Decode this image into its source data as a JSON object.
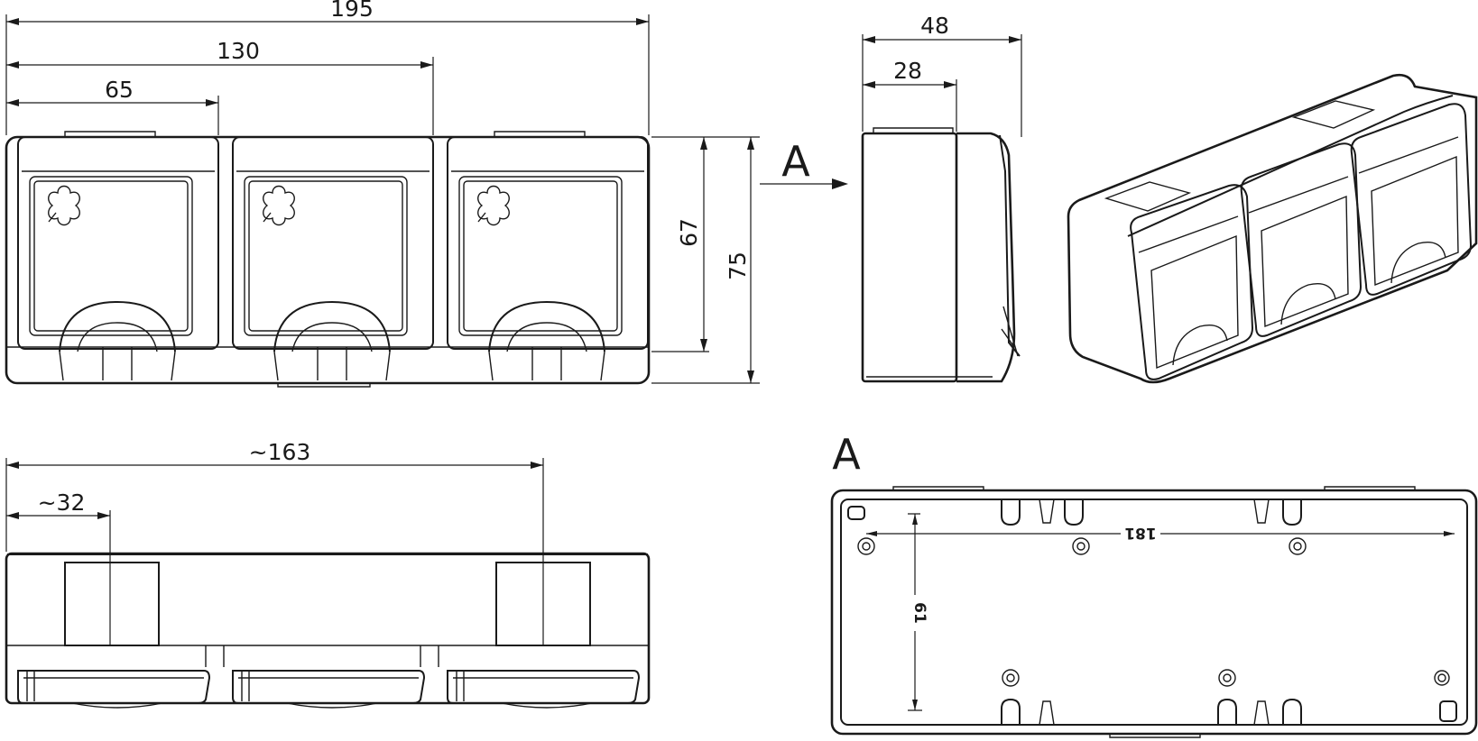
{
  "front_view": {
    "width_total": "195",
    "width_two": "130",
    "width_one": "65",
    "height_inner": "67",
    "height_total": "75"
  },
  "side_view": {
    "depth_total": "48",
    "depth_base": "28"
  },
  "view_marker": {
    "arrow_label": "A",
    "section_label": "A"
  },
  "bottom_view": {
    "hole_spacing": "~163",
    "hole_offset": "~32"
  },
  "mounting_base": {
    "hole_distance_horizontal": "181",
    "hole_distance_vertical": "61"
  }
}
